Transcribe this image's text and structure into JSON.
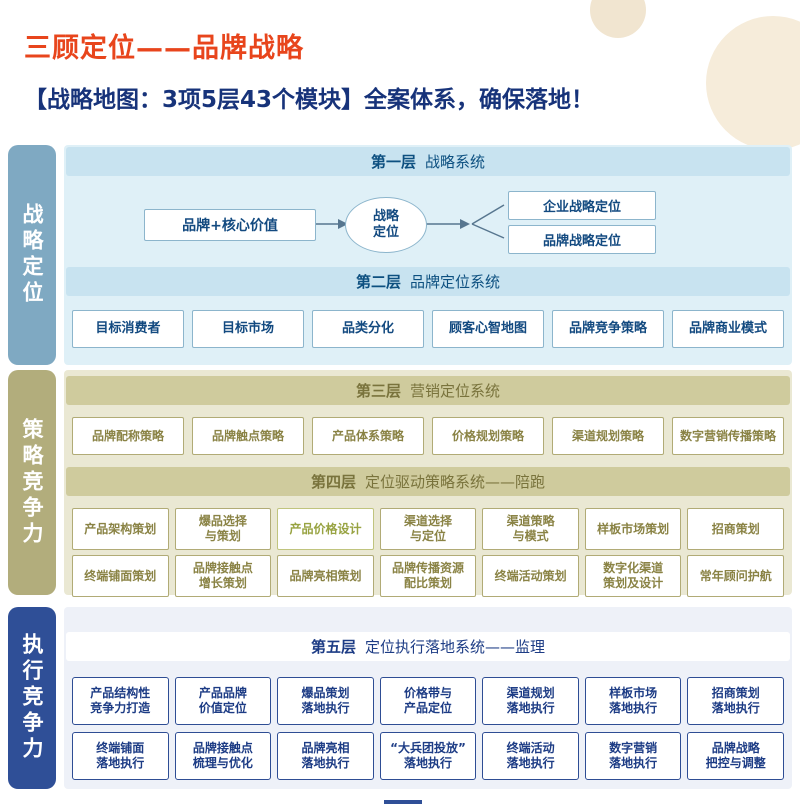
{
  "header": {
    "title": "三顾定位——品牌战略",
    "subtitle": "【战略地图：3项5层43个模块】全案体系，确保落地！"
  },
  "colors": {
    "title_red": "#e8451c",
    "subtitle_navy": "#17337a",
    "section1_accent": "#7fa9c2",
    "section2_accent": "#b2ad7c",
    "section3_accent": "#2f4f97",
    "highlight_green": "#98a342",
    "decor_cream": "#f6ecda"
  },
  "s1": {
    "tab": "战略定位",
    "l1": {
      "badge": "第一层",
      "title": "战略系统"
    },
    "flow": {
      "source": "品牌+核心价值",
      "center": "战略\n定位",
      "t1": "企业战略定位",
      "t2": "品牌战略定位"
    },
    "l2": {
      "badge": "第二层",
      "title": "品牌定位系统"
    },
    "row": [
      "目标消费者",
      "目标市场",
      "品类分化",
      "顾客心智地图",
      "品牌竞争策略",
      "品牌商业模式"
    ]
  },
  "s2": {
    "tab": "策略竞争力",
    "l3": {
      "badge": "第三层",
      "title": "营销定位系统"
    },
    "row3": [
      "品牌配称策略",
      "品牌触点策略",
      "产品体系策略",
      "价格规划策略",
      "渠道规划策略",
      "数字营销传播策略"
    ],
    "l4": {
      "badge": "第四层",
      "title": "定位驱动策略系统——陪跑"
    },
    "row4a": [
      "产品架构策划",
      "爆品选择\n与策划",
      "产品价格设计",
      "渠道选择\n与定位",
      "渠道策略\n与模式",
      "样板市场策划",
      "招商策划"
    ],
    "row4b": [
      "终端铺面策划",
      "品牌接触点\n增长策划",
      "品牌亮相策划",
      "品牌传播资源\n配比策划",
      "终端活动策划",
      "数字化渠道\n策划及设计",
      "常年顾问护航"
    ]
  },
  "s3": {
    "tab": "执行竞争力",
    "l5": {
      "badge": "第五层",
      "title": "定位执行落地系统——监理"
    },
    "row5a": [
      "产品结构性\n竞争力打造",
      "产品品牌\n价值定位",
      "爆品策划\n落地执行",
      "价格带与\n产品定位",
      "渠道规划\n落地执行",
      "样板市场\n落地执行",
      "招商策划\n落地执行"
    ],
    "row5b": [
      "终端铺面\n落地执行",
      "品牌接触点\n梳理与优化",
      "品牌亮相\n落地执行",
      "“大兵团投放”\n落地执行",
      "终端活动\n落地执行",
      "数字营销\n落地执行",
      "品牌战略\n把控与调整"
    ]
  }
}
